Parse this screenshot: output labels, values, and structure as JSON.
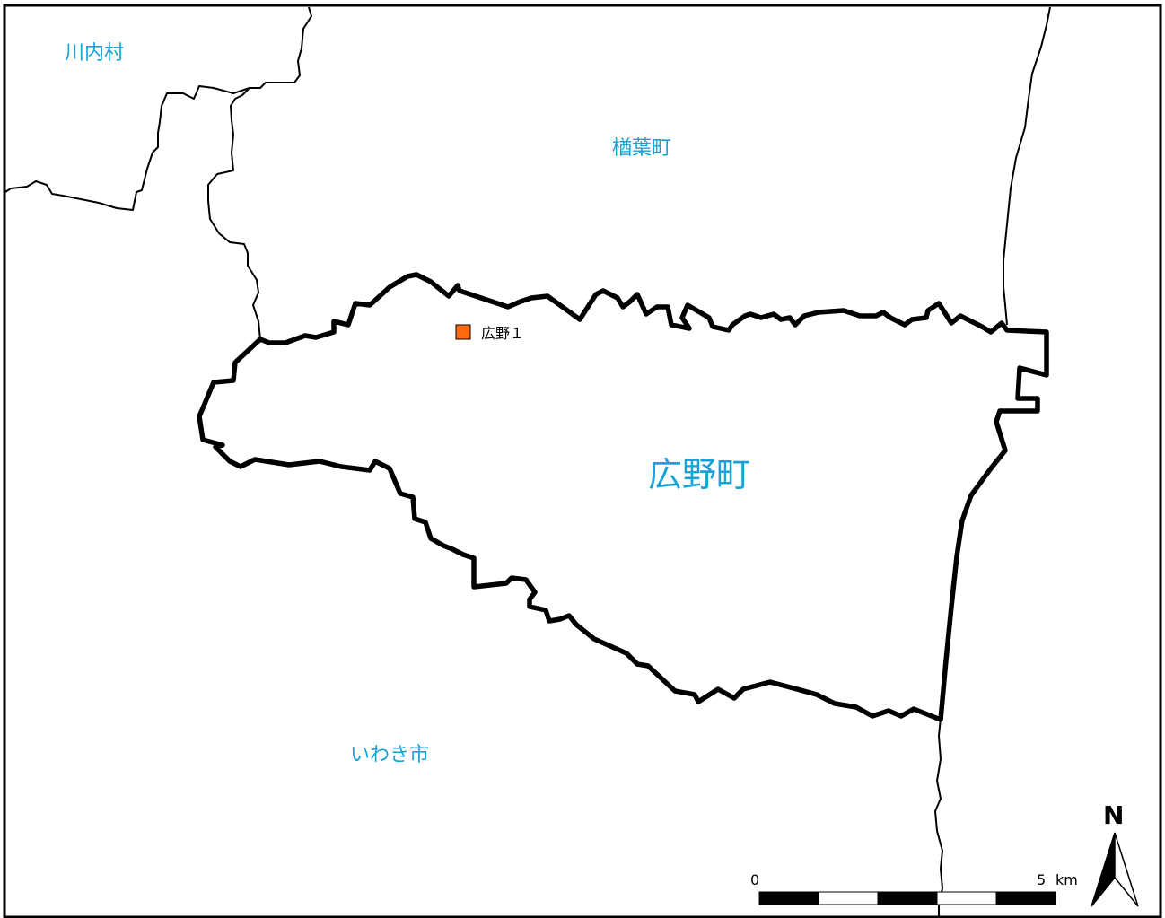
{
  "map": {
    "labels": {
      "kawauchi": "川内村",
      "naraha": "楢葉町",
      "hirono": "広野町",
      "iwaki": "いわき市"
    },
    "site_marker": {
      "label": "広野１",
      "color": "#ff6a13"
    },
    "label_color": "#17a2d8",
    "boundary_color": "#000000"
  },
  "scale_bar": {
    "start_label": "0",
    "end_label": "5",
    "unit": "km"
  },
  "north_arrow": {
    "label": "N"
  }
}
